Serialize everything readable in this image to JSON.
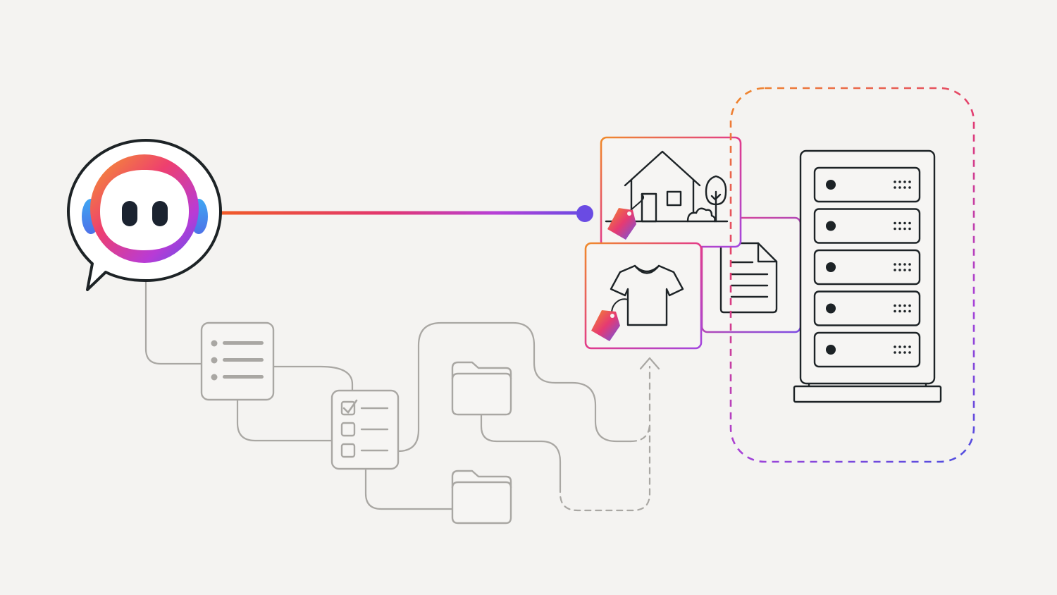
{
  "diagram": {
    "background_color": "#f4f3f1",
    "accent_gradient": [
      "#f07a2a",
      "#e23b73",
      "#c43fd0",
      "#6a4be3"
    ],
    "line_color": "#a9a7a3",
    "outline_color": "#1d2326",
    "nodes": [
      {
        "id": "assistant-bubble",
        "icon": "chat-bot-icon",
        "kind": "assistant"
      },
      {
        "id": "bullet-list-doc",
        "icon": "bullet-list-icon",
        "kind": "file"
      },
      {
        "id": "checklist-doc",
        "icon": "checklist-icon",
        "kind": "file"
      },
      {
        "id": "folder-top",
        "icon": "folder-icon",
        "kind": "folder"
      },
      {
        "id": "folder-bottom",
        "icon": "folder-icon",
        "kind": "folder"
      },
      {
        "id": "house-card",
        "icon": "house-tag-icon",
        "kind": "product"
      },
      {
        "id": "shirt-card",
        "icon": "tshirt-tag-icon",
        "kind": "product"
      },
      {
        "id": "document-card",
        "icon": "document-icon",
        "kind": "file"
      },
      {
        "id": "server-rack",
        "icon": "server-rack-icon",
        "kind": "server"
      }
    ],
    "edges": [
      {
        "from": "assistant-bubble",
        "to": "house-card",
        "style": "gradient-solid"
      },
      {
        "from": "assistant-bubble",
        "to": "bullet-list-doc",
        "style": "gray-solid"
      },
      {
        "from": "bullet-list-doc",
        "to": "checklist-doc",
        "style": "gray-solid"
      },
      {
        "from": "checklist-doc",
        "to": "folder-bottom",
        "style": "gray-solid"
      },
      {
        "from": "checklist-doc",
        "to": "folder-top",
        "style": "gray-solid"
      },
      {
        "from": "folder-top",
        "to": "shirt-card",
        "style": "gray-dashed-arrow"
      },
      {
        "from": "folder-bottom",
        "to": "shirt-card",
        "style": "gray-dashed-arrow"
      }
    ],
    "server_boundary": "dashed-gradient"
  }
}
